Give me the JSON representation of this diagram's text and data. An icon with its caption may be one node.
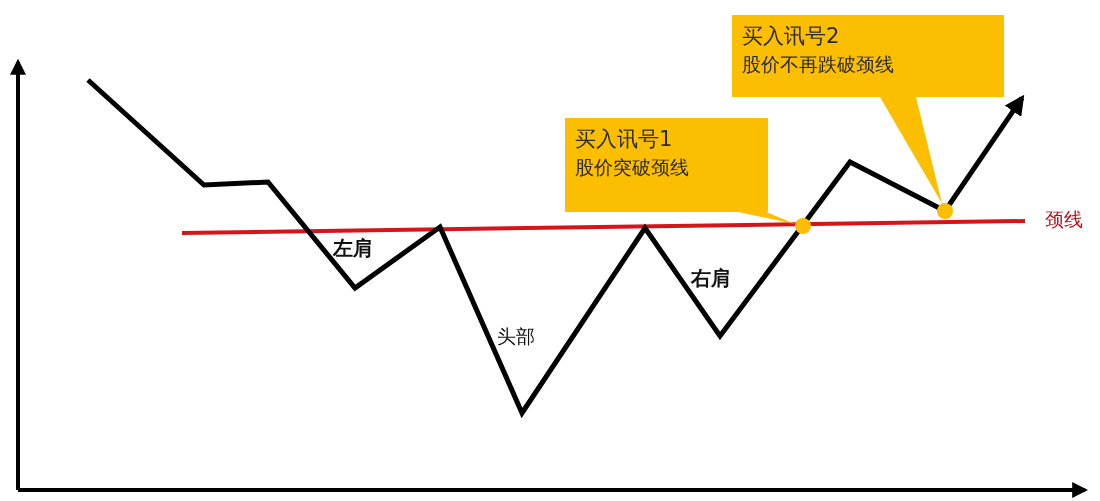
{
  "diagram": {
    "nodes": [
      {
        "text": [
          "买入讯号1",
          "股价突破颈线"
        ]
      },
      {
        "text": [
          "买入讯号2",
          "股价不再跌破颈线"
        ]
      },
      {
        "text": [],
        "shape": "circle"
      },
      {
        "text": [],
        "shape": "circle"
      }
    ],
    "edges": [
      {
        "from": 0,
        "to": 2,
        "arrow": "none"
      },
      {
        "from": 1,
        "to": 3,
        "arrow": "none"
      }
    ],
    "labels": [
      "左肩",
      "头部",
      "右肩",
      "颈线"
    ]
  }
}
